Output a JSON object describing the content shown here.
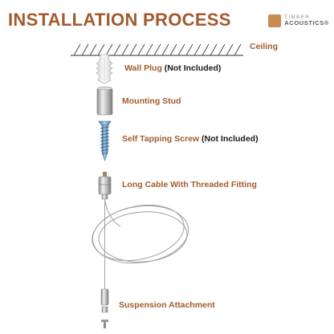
{
  "title": "INSTALLATION PROCESS",
  "brand": {
    "name_top": "TIMBER",
    "name_bottom": "ACOUSTICS",
    "registered_mark": "®",
    "accent_color": "#c98a54"
  },
  "labels": {
    "ceiling": "Ceiling",
    "wall_plug": "Wall Plug",
    "wall_plug_note": "(Not Included)",
    "mounting_stud": "Mounting Stud",
    "self_tapping_screw": "Self Tapping Screw",
    "self_tapping_screw_note": "(Not Included)",
    "long_cable": "Long Cable With Threaded Fitting",
    "suspension_attachment": "Suspension Attachment"
  },
  "colors": {
    "title": "#a35a2c",
    "labels": "#a35a2c",
    "notes": "#1a1a1a",
    "ceiling_line": "#555555",
    "screw": "#6fa0c4",
    "metal": "#b8b8b8",
    "cable": "#9a9a9a"
  },
  "icons": [
    "wall-plug-icon",
    "mounting-stud-icon",
    "self-tapping-screw-icon",
    "cable-fitting-icon",
    "suspension-attachment-icon"
  ]
}
